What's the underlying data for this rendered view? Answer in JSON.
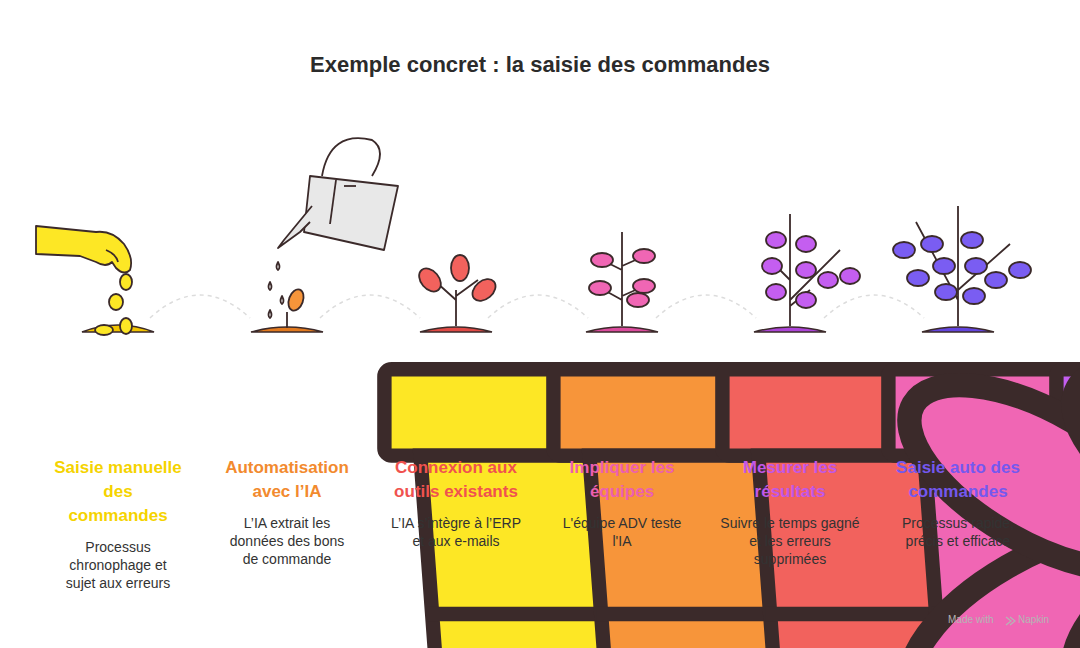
{
  "diagram": {
    "title": "Exemple concret : la saisie des commandes",
    "nodes": [
      {
        "text": [
          "Saisie manuelle des commandes",
          "Processus chronophage et sujet aux erreurs"
        ]
      },
      {
        "text": [
          "Automatisation avec l’IA",
          "L’IA extrait les données des bons de commande"
        ]
      },
      {
        "text": [
          "Connexion aux outils existants",
          "L’IA s’intègre à l’ERP et aux e-mails"
        ]
      },
      {
        "text": [
          "Impliquer les équipes",
          "L'équipe ADV teste l'IA"
        ]
      },
      {
        "text": [
          "Mesurer les résultats",
          "Suivre le temps gagné et les erreurs supprimées"
        ]
      },
      {
        "text": [
          "Saisie auto des commandes",
          "Processus rapide, précis et efficace"
        ]
      }
    ],
    "labels": [
      "Made with",
      "Napkin"
    ]
  }
}
